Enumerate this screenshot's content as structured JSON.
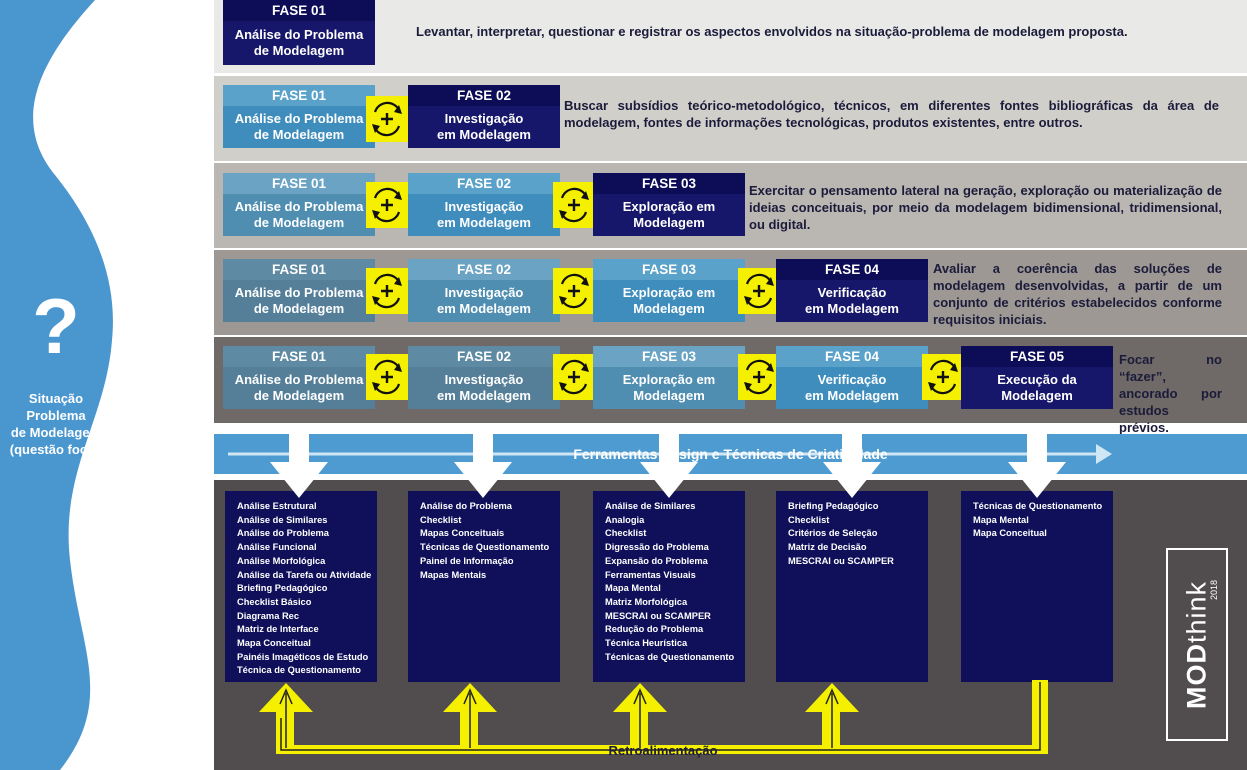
{
  "focal": {
    "symbol": "?",
    "label": "Situação Problema\nde Modelagem\n(questão focal)"
  },
  "colors": {
    "left_blue": "#4a96cf",
    "phase_dark": "#10105a",
    "phase_light": "#4a96c4",
    "cycle_yellow": "#f4f000",
    "bottom_bg": "#514d4e"
  },
  "icons": {
    "cycle": "cycle-plus-icon",
    "down_arrow": "down-arrow-icon",
    "up_arrow": "up-arrow-icon"
  },
  "stages": [
    {
      "description": "Levantar, interpretar, questionar e registrar os aspectos envolvidos na situação-problema de modelagem proposta.",
      "phases": [
        {
          "head": "FASE 01",
          "body": "Análise do Problema\nde Modelagem"
        }
      ]
    },
    {
      "description": "Buscar subsídios teórico-metodológico, técnicos, em diferentes fontes bibliográficas da área de modelagem, fontes de informações tecnológicas, produtos existentes, entre outros.",
      "phases": [
        {
          "head": "FASE 01",
          "body": "Análise do Problema\nde Modelagem"
        },
        {
          "head": "FASE 02",
          "body": "Investigação\nem Modelagem"
        }
      ]
    },
    {
      "description": "Exercitar o pensamento lateral na geração, exploração ou materialização de ideias conceituais, por meio da modelagem bidimensional, tridimensional, ou digital.",
      "phases": [
        {
          "head": "FASE 01",
          "body": "Análise do Problema\nde Modelagem"
        },
        {
          "head": "FASE 02",
          "body": "Investigação\nem Modelagem"
        },
        {
          "head": "FASE 03",
          "body": "Exploração em\nModelagem"
        }
      ]
    },
    {
      "description": "Avaliar a coerência das soluções de modelagem desenvolvidas, a partir de um conjunto de critérios estabelecidos conforme requisitos iniciais.",
      "phases": [
        {
          "head": "FASE 01",
          "body": "Análise do Problema\nde Modelagem"
        },
        {
          "head": "FASE 02",
          "body": "Investigação\nem Modelagem"
        },
        {
          "head": "FASE 03",
          "body": "Exploração em\nModelagem"
        },
        {
          "head": "FASE 04",
          "body": "Verificação\nem Modelagem"
        }
      ]
    },
    {
      "description": "Focar no “fazer”, ancorado por estudos prévios.",
      "phases": [
        {
          "head": "FASE 01",
          "body": "Análise do Problema\nde Modelagem"
        },
        {
          "head": "FASE 02",
          "body": "Investigação\nem Modelagem"
        },
        {
          "head": "FASE 03",
          "body": "Exploração em\nModelagem"
        },
        {
          "head": "FASE 04",
          "body": "Verificação\nem Modelagem"
        },
        {
          "head": "FASE 05",
          "body": "Execução da\nModelagem"
        }
      ]
    }
  ],
  "tools_bar": "Ferramentas Design e Técnicas de Criatividade",
  "tool_lists": [
    [
      "Análise Estrutural",
      "Análise de Similares",
      "Análise do Problema",
      "Análise Funcional",
      "Análise Morfológica",
      "Análise da Tarefa ou Atividade",
      "Briefing Pedagógico",
      "Checklist Básico",
      "Diagrama Rec",
      "Matriz de Interface",
      "Mapa Conceitual",
      "Painéis Imagéticos de Estudo",
      "Técnica de Questionamento"
    ],
    [
      "Análise do Problema",
      "Checklist",
      "Mapas Conceituais",
      "Técnicas de Questionamento",
      "Painel de Informação",
      "Mapas Mentais"
    ],
    [
      "Análise de Similares",
      "Analogia",
      "Checklist",
      "Digressão do Problema",
      "Expansão do Problema",
      "Ferramentas Visuais",
      "Mapa Mental",
      "Matriz Morfológica",
      "MESCRAI ou SCAMPER",
      "Redução do Problema",
      "Técnica Heurística",
      "Técnicas de Questionamento"
    ],
    [
      "Briefing Pedagógico",
      "Checklist",
      "Critérios de Seleção",
      "Matriz de Decisão",
      "MESCRAI ou SCAMPER"
    ],
    [
      "Técnicas de Questionamento",
      "Mapa Mental",
      "Mapa Conceitual"
    ]
  ],
  "feedback": "Retroalimentação",
  "brand": {
    "name_bold": "MOD",
    "name_light": "think",
    "year": "2018"
  }
}
